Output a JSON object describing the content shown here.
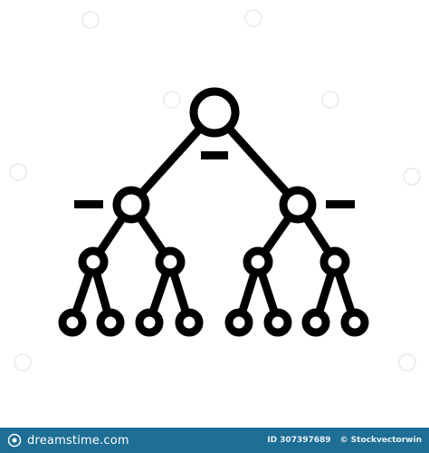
{
  "colors": {
    "background": "#ffffff",
    "icon_stroke": "#000000",
    "footer_background": "#1e6e96",
    "footer_text": "#ffffff"
  },
  "icon": {
    "name": "hierarchy-tree-line-icon"
  },
  "watermark": {
    "text": "dreamstime.com"
  },
  "footer": {
    "brand": "dreamstime.com",
    "id_text": "ID 307397689",
    "author": "© Stockvectorwin"
  }
}
